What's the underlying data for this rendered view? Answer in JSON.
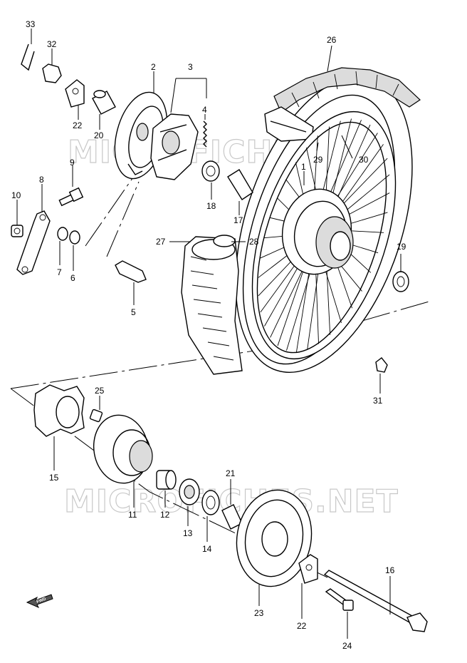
{
  "watermark": "MICROFICHES.NET",
  "fwd_label": "FWD",
  "callouts": [
    {
      "id": "33",
      "text": "33"
    },
    {
      "id": "32",
      "text": "32"
    },
    {
      "id": "2",
      "text": "2"
    },
    {
      "id": "3",
      "text": "3"
    },
    {
      "id": "26",
      "text": "26"
    },
    {
      "id": "4",
      "text": "4"
    },
    {
      "id": "22a",
      "text": "22"
    },
    {
      "id": "20",
      "text": "20"
    },
    {
      "id": "29",
      "text": "29"
    },
    {
      "id": "30",
      "text": "30"
    },
    {
      "id": "9",
      "text": "9"
    },
    {
      "id": "1",
      "text": "1"
    },
    {
      "id": "8",
      "text": "8"
    },
    {
      "id": "10",
      "text": "10"
    },
    {
      "id": "18",
      "text": "18"
    },
    {
      "id": "17",
      "text": "17"
    },
    {
      "id": "27",
      "text": "27"
    },
    {
      "id": "28",
      "text": "28"
    },
    {
      "id": "19",
      "text": "19"
    },
    {
      "id": "7",
      "text": "7"
    },
    {
      "id": "6",
      "text": "6"
    },
    {
      "id": "5",
      "text": "5"
    },
    {
      "id": "31",
      "text": "31"
    },
    {
      "id": "25",
      "text": "25"
    },
    {
      "id": "15",
      "text": "15"
    },
    {
      "id": "21",
      "text": "21"
    },
    {
      "id": "11",
      "text": "11"
    },
    {
      "id": "12",
      "text": "12"
    },
    {
      "id": "13",
      "text": "13"
    },
    {
      "id": "14",
      "text": "14"
    },
    {
      "id": "16",
      "text": "16"
    },
    {
      "id": "23",
      "text": "23"
    },
    {
      "id": "22b",
      "text": "22"
    },
    {
      "id": "24",
      "text": "24"
    }
  ]
}
